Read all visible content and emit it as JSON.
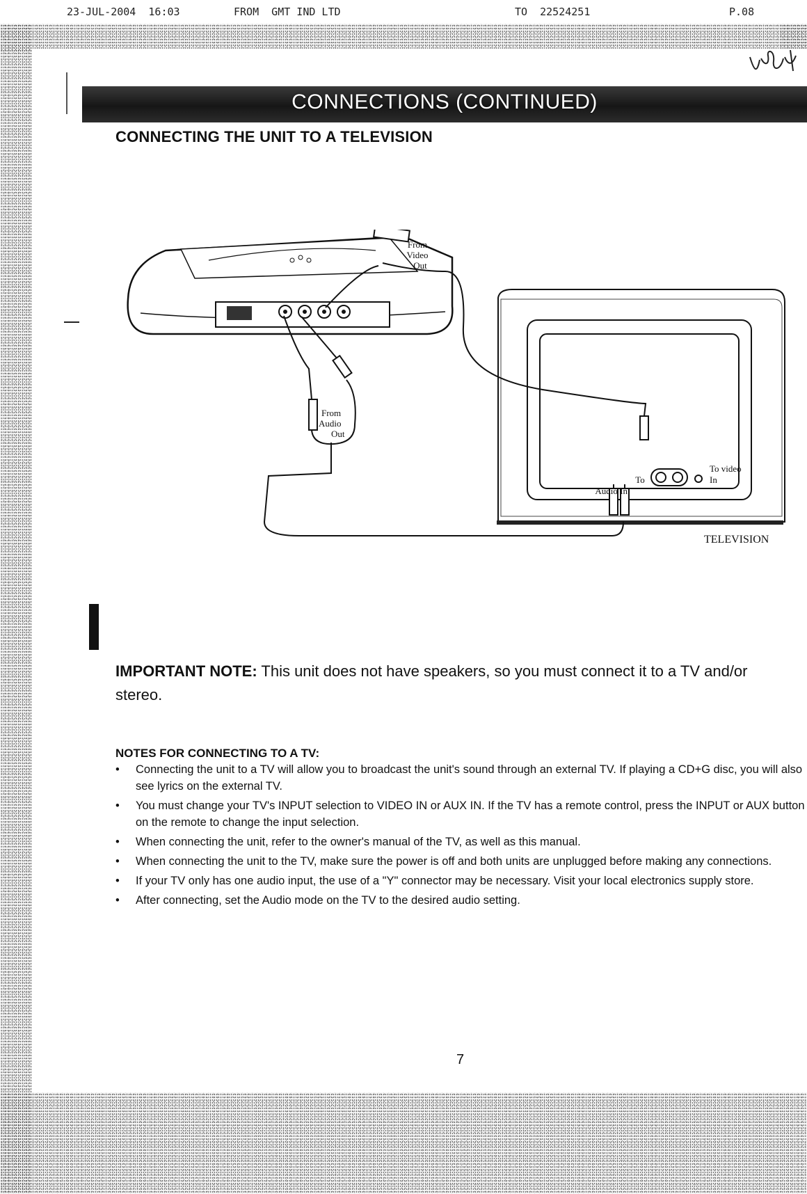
{
  "fax_header": {
    "date_time": "23-JUL-2004  16:03",
    "from": "FROM  GMT IND LTD",
    "to": "TO  22524251",
    "page": "P.08"
  },
  "banner_title": "CONNECTIONS (CONTINUED)",
  "section_title": "CONNECTING THE UNIT TO A TELEVISION",
  "diagram": {
    "label_from_video_out": [
      "From",
      "Video",
      "Out"
    ],
    "label_from_audio_out": [
      "From",
      "Audio",
      "Out"
    ],
    "label_to_video_in": [
      "To video",
      "In"
    ],
    "label_to_audio_in": [
      "To",
      "Audio In"
    ],
    "label_television": "TELEVISION"
  },
  "important_note": {
    "label": "IMPORTANT NOTE:",
    "text": " This unit does not have speakers, so you must connect it to a TV and/or stereo."
  },
  "notes_heading": "NOTES FOR CONNECTING TO A TV:",
  "notes": [
    "Connecting the unit to a TV will allow you to broadcast the unit's sound through an external TV. If playing a CD+G disc, you will also see lyrics on the external TV.",
    "You must change your TV's INPUT selection to VIDEO IN or AUX IN. If the TV has a remote control, press the INPUT or AUX button on the remote to change the input selection.",
    "When connecting the unit, refer to the owner's manual of the TV, as well as this manual.",
    "When connecting the unit to the TV, make sure the power is off and both units are unplugged before making any connections.",
    "If your TV only has one audio input, the use of a \"Y\" connector may be necessary. Visit your local electronics supply store.",
    "After connecting, set the Audio mode on the TV to the desired audio setting."
  ],
  "page_number": "7"
}
